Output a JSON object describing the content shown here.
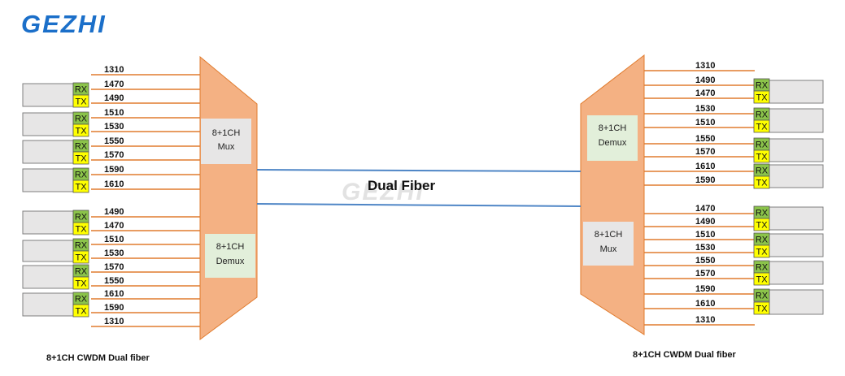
{
  "logo": {
    "text": "GEZHI"
  },
  "watermark": {
    "text": "GEZHI"
  },
  "link_label": "Dual Fiber",
  "colors": {
    "line": "#e07b2e",
    "trapezoid_fill": "#f4b183",
    "fiber": "#4f86c6",
    "rx_fill": "#8bc34a",
    "tx_fill": "#ffff00",
    "transceiver_fill": "#e7e6e6",
    "logo": "#1b6fc9"
  },
  "left": {
    "wavelengths": [
      "1310",
      "1470",
      "1490",
      "1510",
      "1530",
      "1550",
      "1570",
      "1590",
      "1610",
      "1490",
      "1470",
      "1510",
      "1530",
      "1570",
      "1550",
      "1610",
      "1590",
      "1310"
    ],
    "boxes": [
      {
        "line1": "8+1CH",
        "line2": "Mux"
      },
      {
        "line1": "8+1CH",
        "line2": "Demux"
      }
    ],
    "caption": "8+1CH CWDM Dual fiber"
  },
  "right": {
    "wavelengths": [
      "1310",
      "1490",
      "1470",
      "1530",
      "1510",
      "1550",
      "1570",
      "1610",
      "1590",
      "1470",
      "1490",
      "1510",
      "1530",
      "1550",
      "1570",
      "1590",
      "1610",
      "1310"
    ],
    "boxes": [
      {
        "line1": "8+1CH",
        "line2": "Demux"
      },
      {
        "line1": "8+1CH",
        "line2": "Mux"
      }
    ],
    "caption": "8+1CH CWDM Dual fiber"
  },
  "port_labels": {
    "rx": "RX",
    "tx": "TX"
  }
}
